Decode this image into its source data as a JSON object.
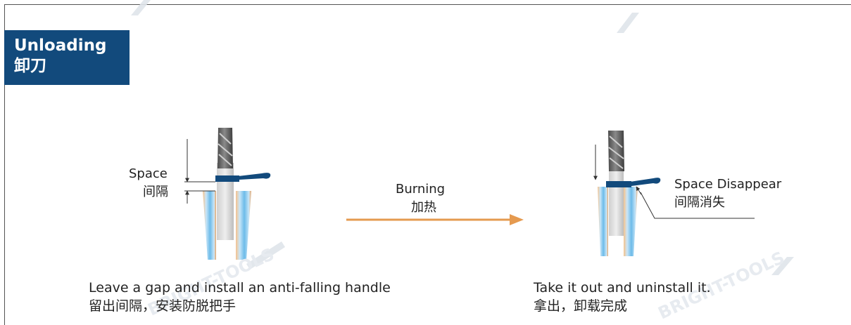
{
  "header": {
    "title_en": "Unloading",
    "title_zh": "卸刀"
  },
  "left_panel": {
    "gap_label_en": "Space",
    "gap_label_zh": "间隔",
    "caption_en": "Leave a gap and install an anti-falling handle",
    "caption_zh": "留出间隔，安装防脱把手"
  },
  "arrow": {
    "label_en": "Burning",
    "label_zh": "加热",
    "color": "#e59a4f"
  },
  "right_panel": {
    "gap_label_en": "Space Disappear",
    "gap_label_zh": "间隔消失",
    "caption_en": "Take it out and uninstall it.",
    "caption_zh": "拿出，卸载完成"
  },
  "watermark": {
    "text": "BRIGHT-TOOLS"
  },
  "colors": {
    "title_bg": "#124a7c",
    "handle": "#124a7c",
    "holder_blue": "#7cc6ee",
    "holder_orange": "#e8a15a"
  }
}
